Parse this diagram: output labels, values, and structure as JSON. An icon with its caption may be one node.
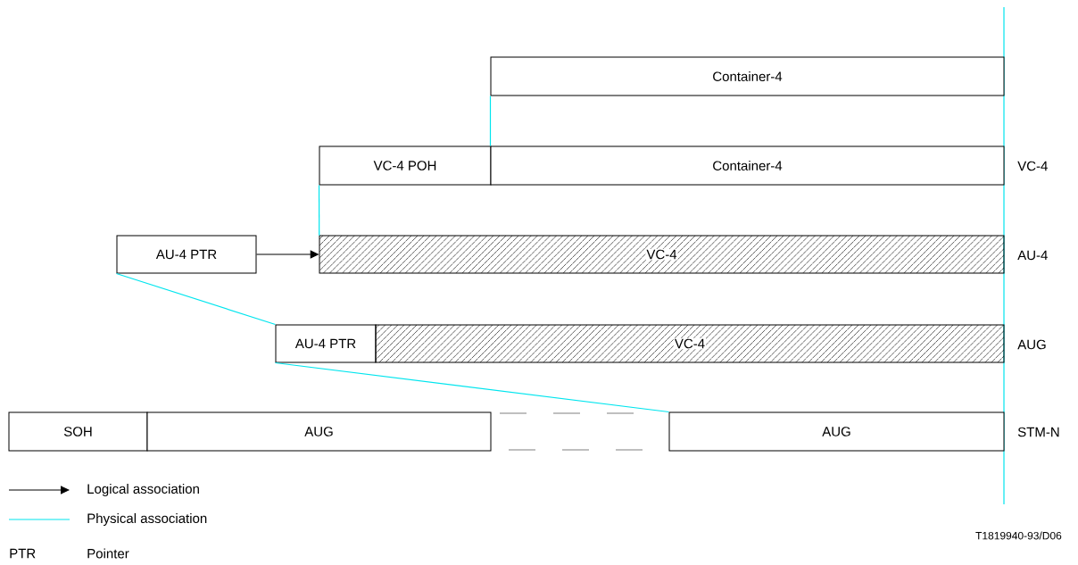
{
  "diagram": {
    "nodes": [
      {
        "text": [
          "Container-4"
        ]
      },
      {
        "text": [
          "VC-4 POH"
        ]
      },
      {
        "text": [
          "Container-4"
        ]
      },
      {
        "text": [
          "AU-4 PTR"
        ]
      },
      {
        "text": [
          "VC-4"
        ]
      },
      {
        "text": [
          "AU-4 PTR"
        ]
      },
      {
        "text": [
          "VC-4"
        ]
      },
      {
        "text": [
          "SOH"
        ]
      },
      {
        "text": [
          "AUG"
        ]
      },
      {
        "text": [
          "AUG"
        ]
      }
    ],
    "edges": [
      {
        "from": 0,
        "to": 2,
        "arrow": "none",
        "color": "#00e5ee"
      },
      {
        "from": 1,
        "to": 4,
        "arrow": "none",
        "color": "#00e5ee"
      },
      {
        "from": 3,
        "to": 4,
        "arrow": "to",
        "color": "#000000"
      },
      {
        "from": 3,
        "to": 5,
        "arrow": "none",
        "color": "#00e5ee"
      },
      {
        "from": 5,
        "to": 9,
        "arrow": "none",
        "color": "#00e5ee"
      }
    ],
    "labels": [
      "VC-4",
      "AU-4",
      "AUG",
      "STM-N",
      "T1819940-93/D06",
      "PTR",
      "Pointer"
    ],
    "legend": [
      {
        "text": "Logical association"
      },
      {
        "text": "Physical association"
      }
    ]
  }
}
